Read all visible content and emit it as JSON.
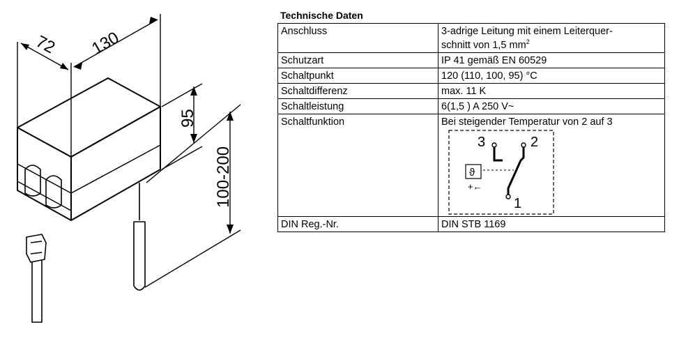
{
  "drawing": {
    "dim_width": "72",
    "dim_length": "130",
    "dim_height": "95",
    "dim_probe": "100-200"
  },
  "spec": {
    "title": "Technische Daten",
    "rows": [
      {
        "label": "Anschluss",
        "value_line1": "3-adrige Leitung mit einem Leiterquer-",
        "value_line2": "schnitt von 1,5 mm",
        "value_sup": "2"
      },
      {
        "label": "Schutzart",
        "value": "IP 41 gemäß EN 60529"
      },
      {
        "label": "Schaltpunkt",
        "value": "120 (110, 100, 95) °C"
      },
      {
        "label": "Schaltdifferenz",
        "value": "max. 11 K"
      },
      {
        "label": "Schaltleistung",
        "value": "6(1,5 ) A 250 V~"
      },
      {
        "label": "Schaltfunktion",
        "value": "Bei steigender Temperatur von 2 auf 3"
      },
      {
        "label": "DIN Reg.-Nr.",
        "value": "DIN STB 1169"
      }
    ]
  },
  "schema": {
    "terminal_3": "3",
    "terminal_2": "2",
    "terminal_1": "1",
    "sensor_symbol": "ϑ",
    "plus_minus": "+←"
  }
}
